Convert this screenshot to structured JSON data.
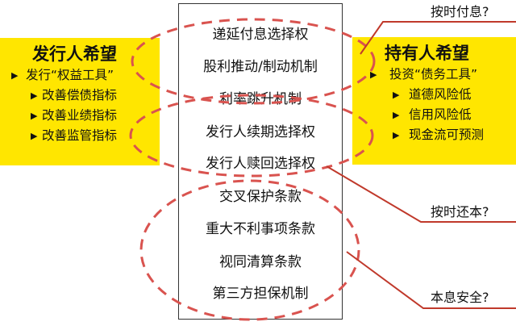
{
  "issuer": {
    "title": "发行人希望",
    "item_main": "发行“权益工具”",
    "items": [
      "改善偿债指标",
      "改善业绩指标",
      "改善监管指标"
    ]
  },
  "holder": {
    "title": "持有人希望",
    "item_main": "投资“债务工具”",
    "items": [
      "道德风险低",
      "信用风险低",
      "现金流可预测"
    ]
  },
  "clauses": [
    "递延付息选择权",
    "股利推动/制动机制",
    "利率跳升机制",
    "发行人续期选择权",
    "发行人赎回选择权",
    "交叉保护条款",
    "重大不利事项条款",
    "视同清算条款",
    "第三方担保机制"
  ],
  "questions": {
    "interest": "按时付息?",
    "principal": "按时还本?",
    "safety": "本息安全?"
  },
  "bullet_glyph": "▶",
  "colors": {
    "box_fill": "#ffe600",
    "dashed_line": "#d9534f",
    "connector_line": "#c0392b",
    "panel_border": "#333333"
  }
}
